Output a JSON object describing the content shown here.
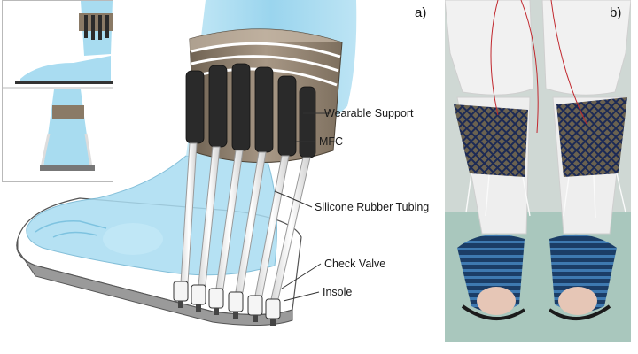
{
  "figure": {
    "panel_a": {
      "letter": "a)",
      "labels": {
        "wearable_support": "Wearable Support",
        "mfc": "MFC",
        "tubing": "Silicone Rubber Tubing",
        "check_valve": "Check Valve",
        "insole": "Insole"
      }
    },
    "panel_b": {
      "letter": "b)"
    }
  },
  "colors": {
    "leg_blue": "#9fd8ee",
    "leg_blue_dark": "#6fbfe0",
    "support_brown": "#8a7a66",
    "mfc_black": "#2b2b2b",
    "tubing_white": "#f2f2f2",
    "insole_gray": "#bdbdbd",
    "floor_green": "#a9c7bd",
    "sandal_blue": "#2d5f8f"
  }
}
